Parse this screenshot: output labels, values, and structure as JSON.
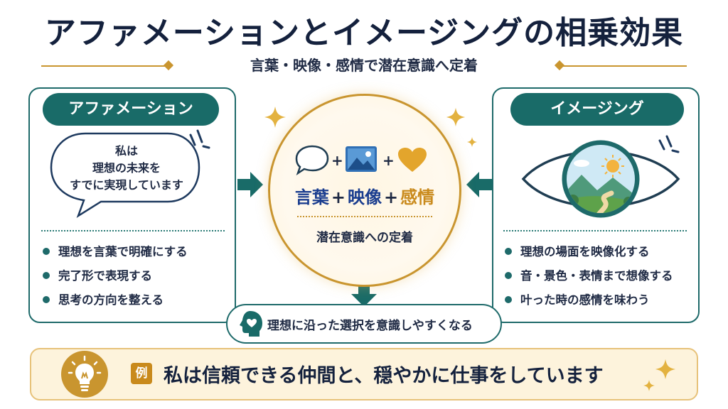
{
  "header": {
    "title": "アファメーションとイメージングの相乗効果",
    "subtitle": "言葉・映像・感情で潜在意識へ定着"
  },
  "left_panel": {
    "heading": "アファメーション",
    "speech_lines": [
      "私は",
      "理想の未来を",
      "すでに実現しています"
    ],
    "bullets": [
      "理想を言葉で明確にする",
      "完了形で表現する",
      "思考の方向を整える"
    ]
  },
  "right_panel": {
    "heading": "イメージング",
    "bullets": [
      "理想の場面を映像化する",
      "音・景色・表情まで想像する",
      "叶った時の感情を味わう"
    ]
  },
  "center": {
    "word_language": "言葉",
    "word_image": "映像",
    "word_emotion": "感情",
    "plus": "+",
    "subtitle": "潜在意識への定着"
  },
  "result": {
    "text": "理想に沿った選択を意識しやすくなる"
  },
  "example": {
    "tag": "例",
    "text": "私は信頼できる仲間と、穏やかに仕事をしています"
  },
  "icons": {
    "speech": "speech-bubble-icon",
    "image": "image-icon",
    "heart": "heart-icon",
    "eye": "eye-landscape-icon",
    "head": "head-heart-icon",
    "bulb": "lightbulb-icon",
    "sparkle": "sparkle-icon"
  },
  "colors": {
    "teal": "#196b68",
    "gold": "#c9952f",
    "navy": "#14213d",
    "blue": "#1a3d8f"
  }
}
